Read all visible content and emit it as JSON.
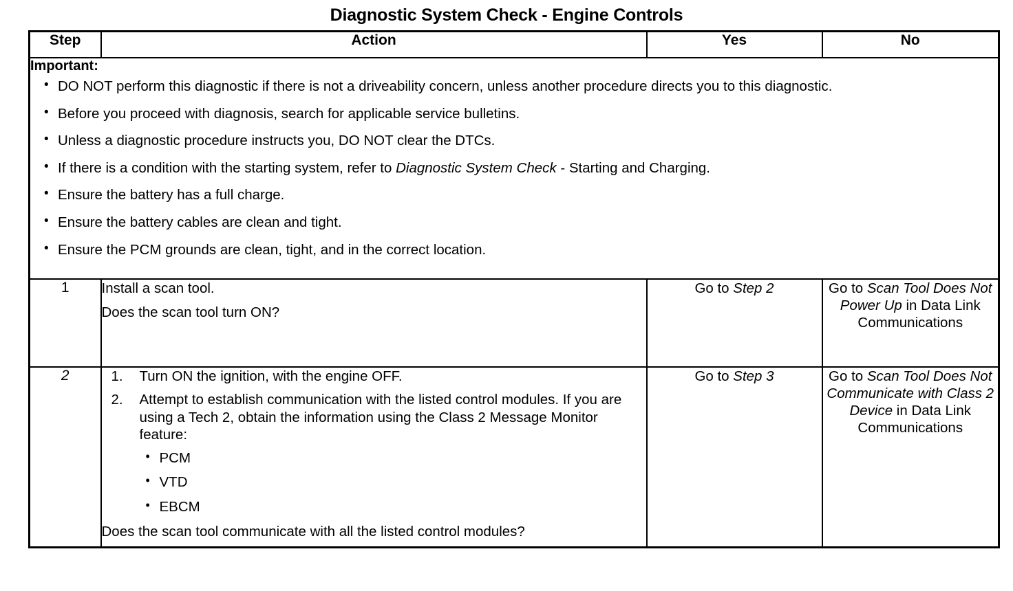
{
  "document": {
    "title": "Diagnostic System Check - Engine Controls"
  },
  "table": {
    "headers": {
      "step": "Step",
      "action": "Action",
      "yes": "Yes",
      "no": "No"
    },
    "important": {
      "heading": "Important:",
      "bullets": [
        {
          "segments": [
            {
              "text": "DO NOT perform this diagnostic if there is not a driveability concern, unless another procedure directs you to this diagnostic.",
              "style": "normal"
            }
          ]
        },
        {
          "segments": [
            {
              "text": "Before you proceed with diagnosis, search for applicable service bulletins.",
              "style": "normal"
            }
          ]
        },
        {
          "segments": [
            {
              "text": "Unless a diagnostic procedure instructs you, DO NOT clear the DTCs.",
              "style": "normal"
            }
          ]
        },
        {
          "segments": [
            {
              "text": "If there is a condition with the starting system, refer to ",
              "style": "normal"
            },
            {
              "text": "Diagnostic System Check",
              "style": "italic"
            },
            {
              "text": " - Starting and Charging.",
              "style": "normal"
            }
          ]
        },
        {
          "segments": [
            {
              "text": "Ensure the battery has a full charge.",
              "style": "normal"
            }
          ]
        },
        {
          "segments": [
            {
              "text": "Ensure the battery cables are clean and tight.",
              "style": "normal"
            }
          ]
        },
        {
          "segments": [
            {
              "text": "Ensure the PCM grounds are clean, tight, and in the correct location.",
              "style": "normal"
            }
          ]
        }
      ]
    },
    "rows": [
      {
        "step": "1",
        "action": {
          "lines": [
            "Install a scan tool.",
            "Does the scan tool turn ON?"
          ]
        },
        "yes": {
          "segments": [
            {
              "text": "Go to ",
              "style": "normal"
            },
            {
              "text": "Step 2",
              "style": "italic"
            }
          ]
        },
        "no": {
          "segments": [
            {
              "text": "Go to ",
              "style": "normal"
            },
            {
              "text": "Scan Tool Does Not Power Up",
              "style": "italic"
            },
            {
              "text": " in Data Link Communications",
              "style": "normal"
            }
          ]
        }
      },
      {
        "step": "2",
        "action": {
          "numbered": [
            {
              "ordinal": "1.",
              "text": "Turn ON the ignition, with the engine OFF."
            },
            {
              "ordinal": "2.",
              "text": "Attempt to establish communication with the listed control modules. If you are using a Tech 2, obtain the information using the Class 2 Message Monitor feature:"
            }
          ],
          "sub_bullets": [
            "PCM",
            "VTD",
            "EBCM"
          ],
          "question": "Does the scan tool communicate with all the listed control modules?"
        },
        "yes": {
          "segments": [
            {
              "text": "Go to ",
              "style": "normal"
            },
            {
              "text": "Step 3",
              "style": "italic"
            }
          ]
        },
        "no": {
          "segments": [
            {
              "text": "Go to ",
              "style": "normal"
            },
            {
              "text": "Scan Tool Does Not Communicate with Class 2 Device",
              "style": "italic"
            },
            {
              "text": " in Data Link Communications",
              "style": "normal"
            }
          ]
        }
      }
    ]
  },
  "colors": {
    "text": "#000000",
    "background": "#ffffff",
    "border": "#000000"
  }
}
